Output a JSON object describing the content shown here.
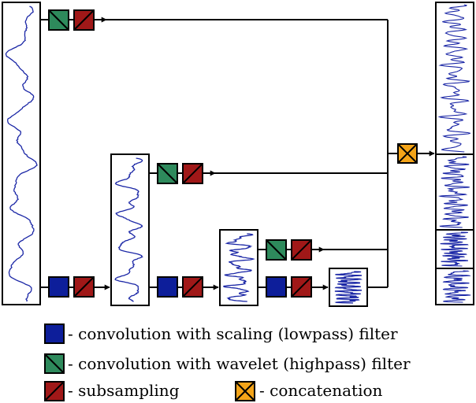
{
  "legend": {
    "scaling": "- convolution with scaling (lowpass) filter",
    "wavelet": "- convolution with wavelet (highpass) filter",
    "subsampling": "- subsampling",
    "concatenation": "- concatenation"
  },
  "colors": {
    "scaling": "#0d1e9a",
    "wavelet": "#2e8a5c",
    "subsampling": "#a01818",
    "concatenation": "#f4a418",
    "signal": "#1b27a6",
    "stroke": "#000000"
  },
  "icons": {
    "scaling": "blue-square-icon",
    "wavelet": "green-diagonal-square-icon",
    "subsampling": "red-diagonal-square-icon",
    "concatenation": "orange-x-square-icon"
  }
}
